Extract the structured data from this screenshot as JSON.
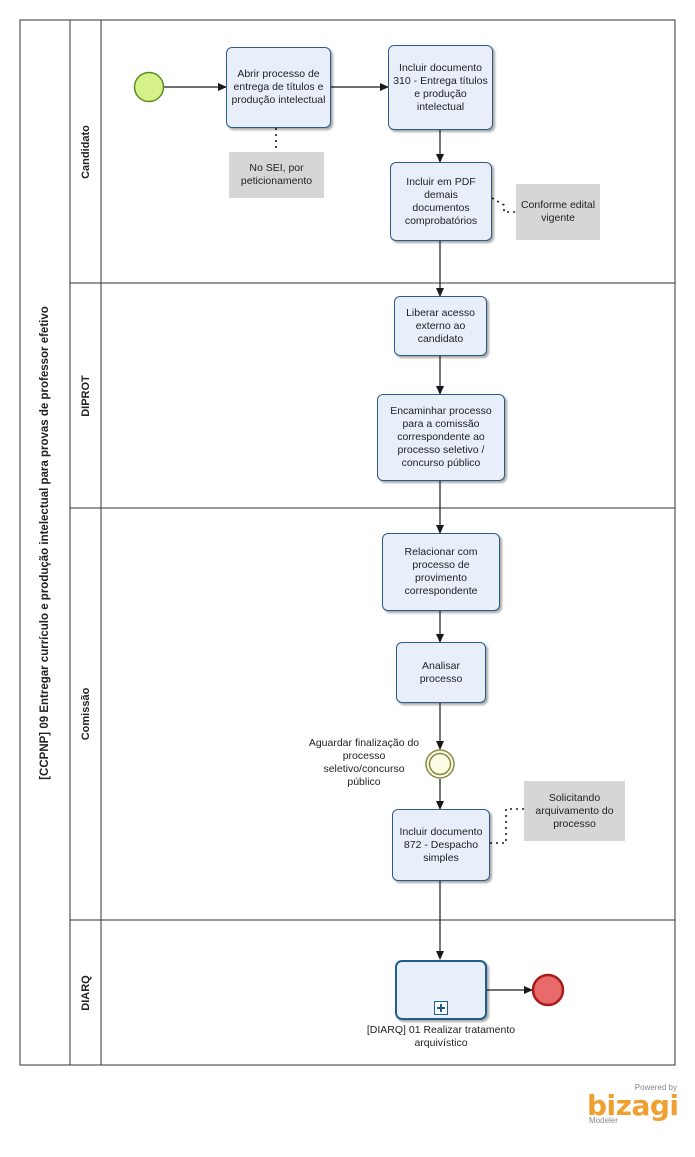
{
  "pool": {
    "title": "[CCPNP] 09 Entregar currículo e produção intelectual para provas de professor efetivo"
  },
  "lanes": {
    "candidato": "Candidato",
    "diprot": "DIPROT",
    "comissao": "Comissão",
    "diarq": "DIARQ"
  },
  "tasks": {
    "abrir": "Abrir processo de entrega de títulos e produção intelectual",
    "incluir310": "Incluir  documento 310 - Entrega títulos e produção intelectual",
    "incluir_pdf": "Incluir em PDF demais documentos comprobatórios",
    "liberar": "Liberar acesso externo ao candidato",
    "encaminhar": "Encaminhar processo para a comissão correspondente ao processo seletivo / concurso público",
    "relacionar": "Relacionar com processo de provimento correspondente",
    "analisar": "Analisar processo",
    "incluir872": "Incluir documento 872 - Despacho simples"
  },
  "annotations": {
    "sei": "No SEI, por peticionamento",
    "edital": "Conforme edital vigente",
    "arquivamento": "Solicitando arquivamento do processo"
  },
  "intermediate_event": {
    "label": "Aguardar finalização do  processo seletivo/concurso público"
  },
  "subprocess": {
    "label": "[DIARQ] 01 Realizar tratamento arquivístico"
  },
  "colors": {
    "task_fill": "#e8eefa",
    "task_border": "#2c5d8a",
    "start_fill": "#d6f08a",
    "start_border": "#5a8f1c",
    "end_fill": "#e96a6a",
    "end_border": "#a81a1a",
    "intermediate_fill": "#fdfbe4",
    "intermediate_border": "#888846",
    "annotation_fill": "#d6d6d6",
    "logo": "#f0a030"
  },
  "branding": {
    "powered_by": "Powered by",
    "name": "bizagi",
    "product": "Modeler"
  }
}
